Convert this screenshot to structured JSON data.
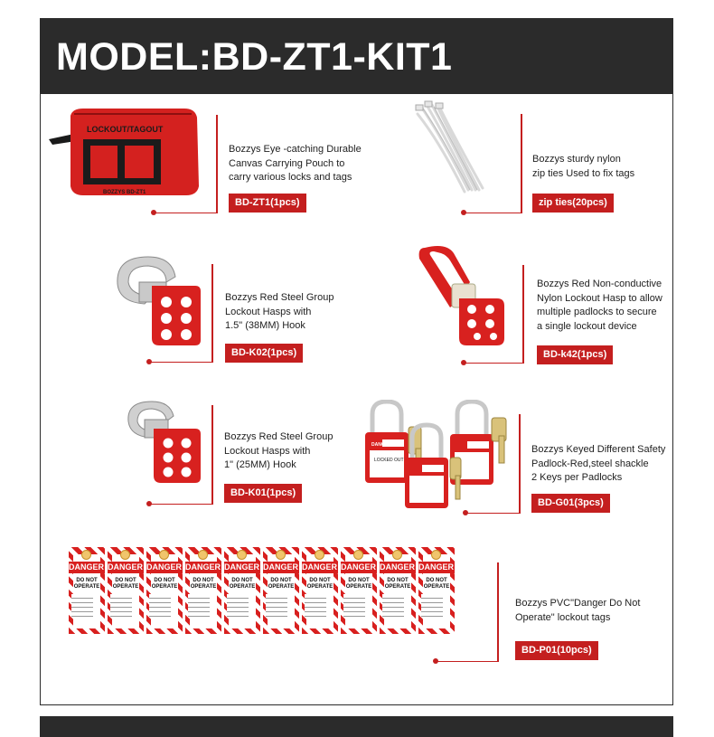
{
  "header": {
    "title": "MODEL:BD-ZT1-KIT1"
  },
  "colors": {
    "accent": "#c41f1f",
    "dark": "#2b2b2b"
  },
  "items": [
    {
      "desc": [
        "Bozzys Eye -catching Durable",
        "Canvas Carrying Pouch to",
        "carry various locks and tags"
      ],
      "badge": "BD-ZT1(1pcs)",
      "pouch_text": {
        "title": "LOCKOUT/TAGOUT",
        "code": "BOZZYS BD-ZT1"
      }
    },
    {
      "desc": [
        "Bozzys sturdy nylon",
        "zip ties Used to fix tags"
      ],
      "badge": "zip ties(20pcs)"
    },
    {
      "desc": [
        "Bozzys Red Steel Group",
        "Lockout Hasps with",
        "1.5\" (38MM) Hook"
      ],
      "badge": "BD-K02(1pcs)"
    },
    {
      "desc": [
        "Bozzys Red Non-conductive",
        "Nylon Lockout Hasp to allow",
        "multiple padlocks to secure",
        "a single lockout device"
      ],
      "badge": "BD-k42(1pcs)"
    },
    {
      "desc": [
        "Bozzys Red Steel Group",
        "Lockout Hasps with",
        " 1\" (25MM) Hook"
      ],
      "badge": "BD-K01(1pcs)"
    },
    {
      "desc": [
        "Bozzys Keyed Different Safety",
        "Padlock-Red,steel shackle",
        "2 Keys per Padlocks"
      ],
      "badge": "BD-G01(3pcs)",
      "padlock_text": {
        "label": "DANGER",
        "body": "LOCKED OUT"
      }
    },
    {
      "desc": [
        "Bozzys PVC\"Danger Do Not",
        "Operate\" lockout tags"
      ],
      "badge": "BD-P01(10pcs)",
      "tag_text": {
        "danger": "DANGER",
        "operate": [
          "DO NOT",
          "OPERATE"
        ]
      }
    }
  ]
}
